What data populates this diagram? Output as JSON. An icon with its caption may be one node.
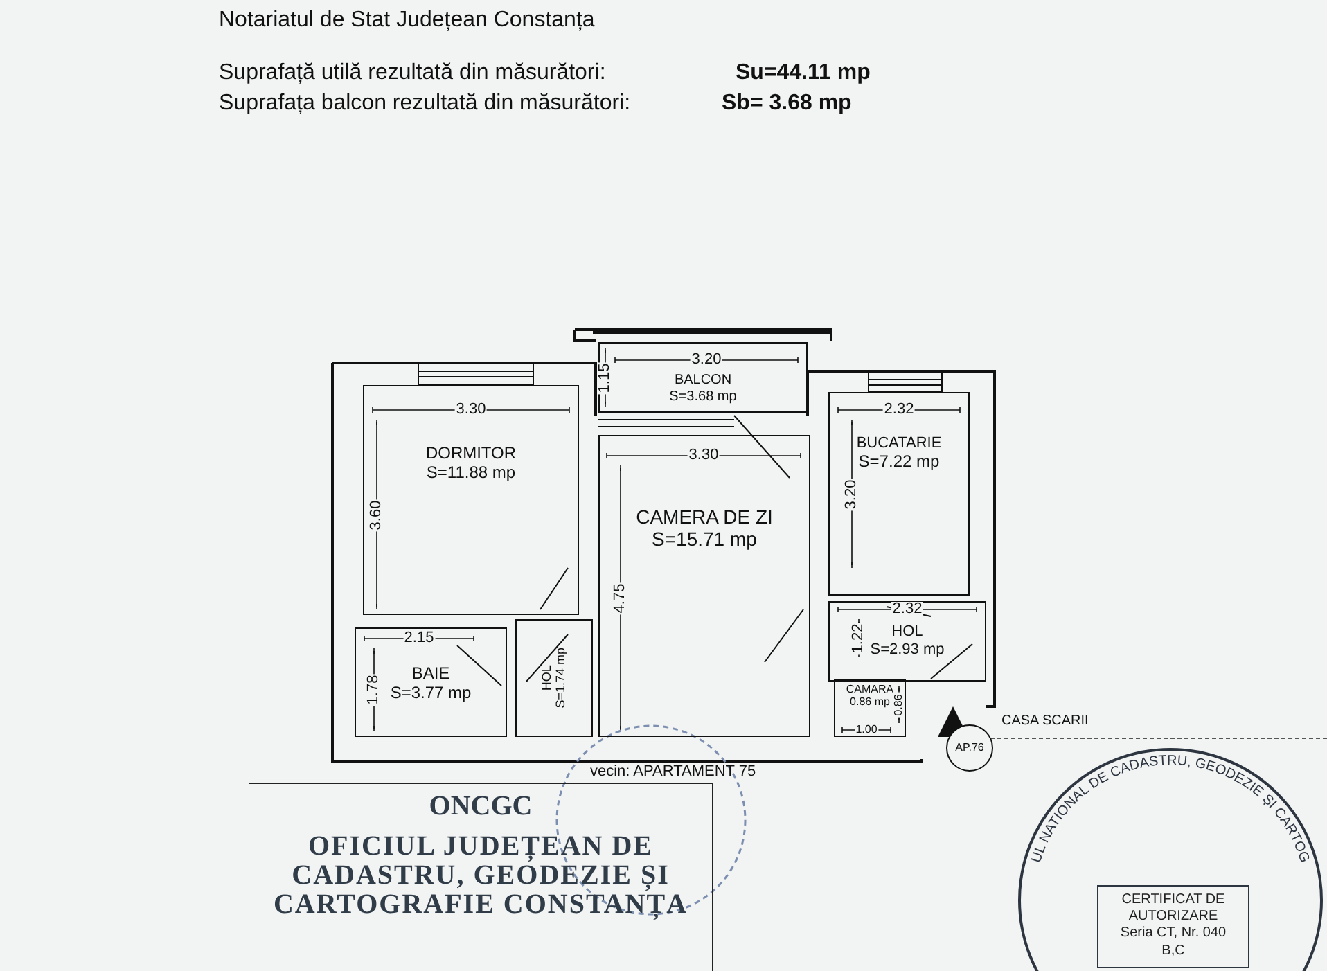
{
  "diagram": {
    "nodes": [
      {
        "text": [
          "BALCON",
          "S=3.68 mp"
        ]
      },
      {
        "text": [
          "DORMITOR",
          "S=11.88 mp"
        ]
      },
      {
        "text": [
          "BUCATARIE",
          "S=7.22 mp"
        ]
      },
      {
        "text": [
          "CAMERA DE ZI",
          "S=15.71 mp"
        ]
      },
      {
        "text": [
          "HOL",
          "S=2.93 mp"
        ]
      },
      {
        "text": [
          "HOL",
          "S=1.74 mp"
        ]
      },
      {
        "text": [
          "BAIE",
          "S=3.77 mp"
        ]
      },
      {
        "text": [
          "CAMARA",
          "0.86 mp"
        ]
      },
      {
        "text": [
          "AP.76"
        ],
        "beside": [
          "CASA SCARII"
        ]
      },
      {
        "text": [
          "ONCGC",
          "OFICIUL JUDEȚEAN DE CADASTRU, GEODEZIE ȘI CARTOGRAFIE CONSTANȚA"
        ]
      },
      {
        "text": [
          "UL NATIONAL DE CADASTRU, GEODEZIE ȘI CARTOG"
        ]
      },
      {
        "text": [
          "CERTIFICAT DE AUTORIZARE",
          "Seria CT, Nr. 040",
          "B,C"
        ],
        "in": 10
      }
    ],
    "labels": [
      "Notariatul de Stat Județean Constanța",
      "Suprafață utilă rezultată din măsurători:",
      "Su=44.11 mp",
      "Suprafața balcon rezultată din măsurători:",
      "Sb= 3.68 mp",
      "3.20",
      "1.15",
      "3.30",
      "2.32",
      "3.30",
      "3.60",
      "3.20",
      "4.75",
      "2.32",
      "2.15",
      "1.22",
      "1.78",
      "1.00",
      "0.86",
      "vecin: APARTAMENT 75"
    ]
  }
}
